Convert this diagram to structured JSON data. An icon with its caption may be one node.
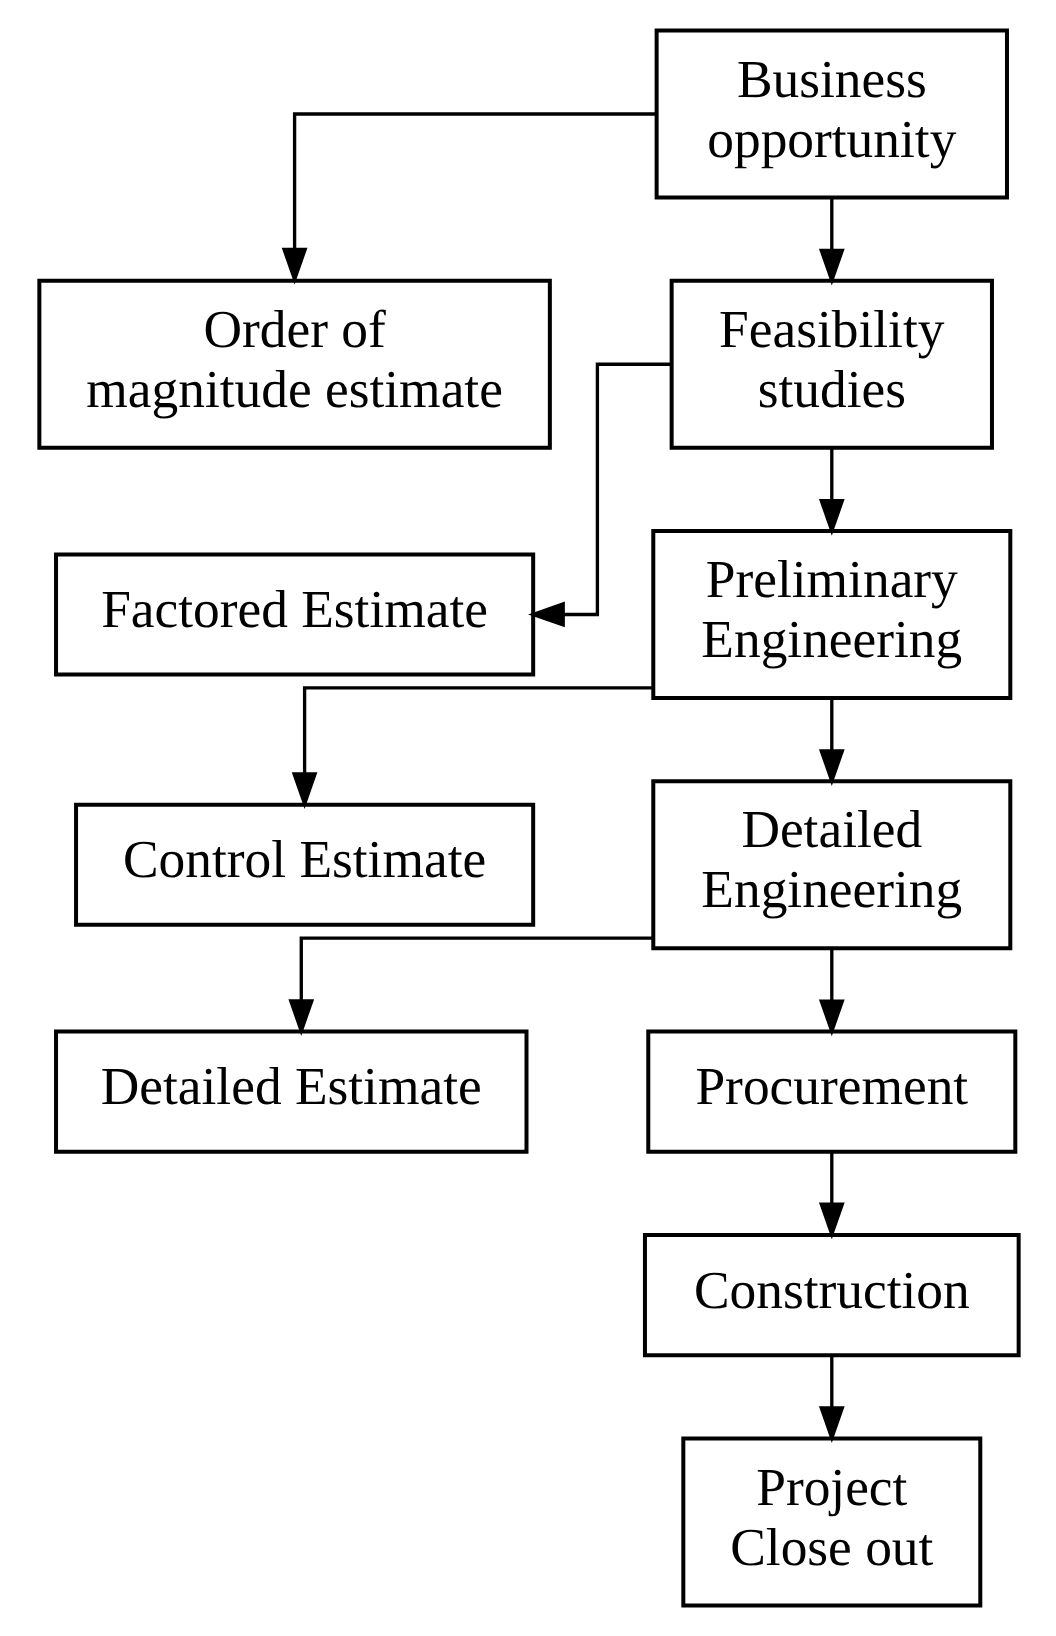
{
  "diagram": {
    "nodes": [
      {
        "text": [
          "Business opportunity"
        ]
      },
      {
        "text": [
          "Order of magnitude estimate"
        ]
      },
      {
        "text": [
          "Feasibility studies"
        ]
      },
      {
        "text": [
          "Factored Estimate"
        ]
      },
      {
        "text": [
          "Preliminary Engineering"
        ]
      },
      {
        "text": [
          "Control Estimate"
        ]
      },
      {
        "text": [
          "Detailed Engineering"
        ]
      },
      {
        "text": [
          "Detailed Estimate"
        ]
      },
      {
        "text": [
          "Procurement"
        ]
      },
      {
        "text": [
          "Construction"
        ]
      },
      {
        "text": [
          "Project Close out"
        ]
      }
    ],
    "edges": [
      {
        "from": 0,
        "to": 2,
        "arrow": "to"
      },
      {
        "from": 0,
        "to": 1,
        "arrow": "to"
      },
      {
        "from": 2,
        "to": 4,
        "arrow": "to"
      },
      {
        "from": 2,
        "to": 3,
        "arrow": "to"
      },
      {
        "from": 4,
        "to": 6,
        "arrow": "to"
      },
      {
        "from": 4,
        "to": 5,
        "arrow": "to"
      },
      {
        "from": 6,
        "to": 8,
        "arrow": "to"
      },
      {
        "from": 6,
        "to": 7,
        "arrow": "to"
      },
      {
        "from": 8,
        "to": 9,
        "arrow": "to"
      },
      {
        "from": 9,
        "to": 10,
        "arrow": "to"
      }
    ]
  }
}
